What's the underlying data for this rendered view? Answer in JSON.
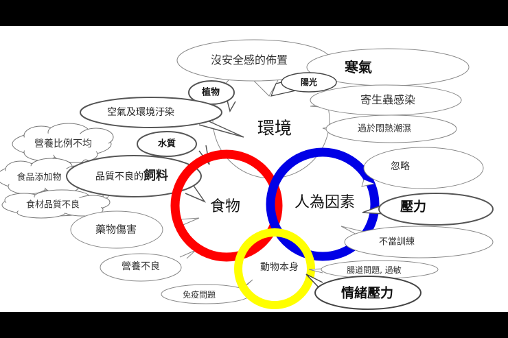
{
  "diagram": {
    "hubs": {
      "environment": "環境",
      "food": "食物",
      "human_factors": "人為因素",
      "animal_itself": "動物本身"
    },
    "ring_colors": {
      "environment": "#888888",
      "food": "#ff0000",
      "human_factors": "#0000e6",
      "animal_itself": "#ffff00"
    },
    "environment_factors": [
      "沒安全感的佈置",
      "寒氣",
      "陽光",
      "寄生蟲感染",
      "過於悶熱潮濕",
      "植物",
      "空氣及環境汙染",
      "水質"
    ],
    "food_factors": {
      "feed_main_prefix": "品質不良的",
      "feed_main_emphasis": "飼料",
      "feed_sub_items": [
        "營養比例不均",
        "食品添加物",
        "食材品質不良"
      ],
      "others": [
        "藥物傷害",
        "營養不良"
      ]
    },
    "human_factors": [
      "忽略",
      "壓力",
      "不當訓練"
    ],
    "animal_factors": [
      "腸道問題, 過敏",
      "情緒壓力",
      "免疫問題"
    ]
  }
}
